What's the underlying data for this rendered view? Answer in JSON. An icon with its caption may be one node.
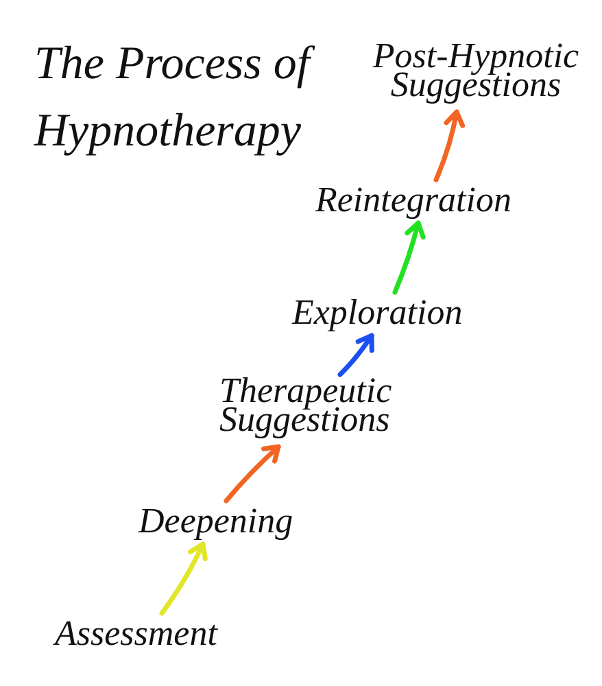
{
  "diagram": {
    "title": "The Process of Hypnotherapy",
    "nodes": [
      {
        "text": [
          "Post-Hypnotic Suggestions"
        ]
      },
      {
        "text": [
          "Reintegration"
        ]
      },
      {
        "text": [
          "Exploration"
        ]
      },
      {
        "text": [
          "Therapeutic Suggestions"
        ]
      },
      {
        "text": [
          "Deepening"
        ]
      },
      {
        "text": [
          "Assessment"
        ]
      }
    ],
    "edges": [
      {
        "from": 5,
        "to": 4,
        "arrow": "to",
        "color": "#e2e628"
      },
      {
        "from": 4,
        "to": 3,
        "arrow": "to",
        "color": "#f26522"
      },
      {
        "from": 3,
        "to": 2,
        "arrow": "to",
        "color": "#1a4ff0"
      },
      {
        "from": 2,
        "to": 1,
        "arrow": "to",
        "color": "#22e022"
      },
      {
        "from": 1,
        "to": 0,
        "arrow": "to",
        "color": "#f26522"
      }
    ]
  }
}
